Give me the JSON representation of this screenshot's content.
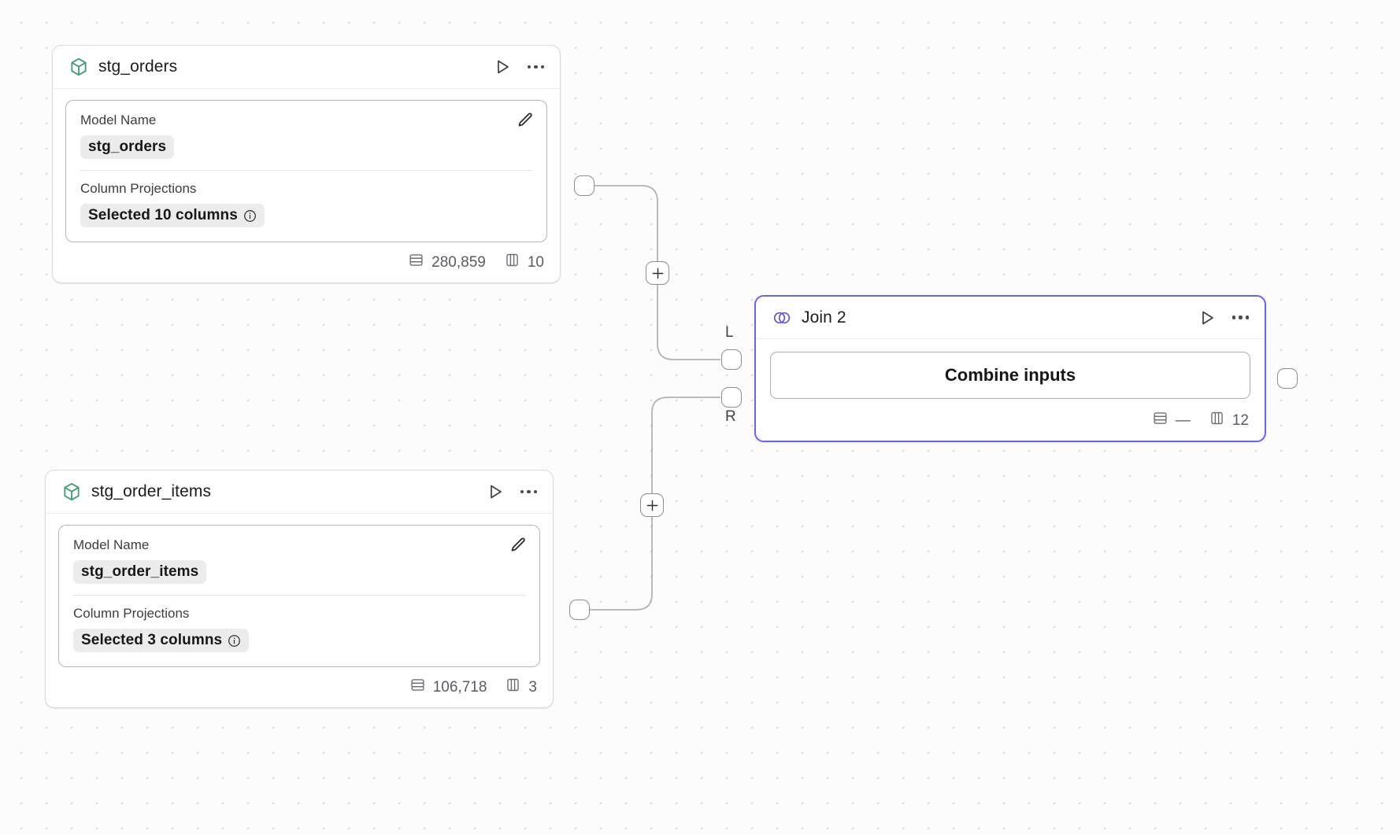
{
  "canvas": {
    "background_color": "#fcfcfc",
    "grid_dot_color": "#d6d6d9"
  },
  "nodes": [
    {
      "id": "stg_orders",
      "type": "model",
      "icon": "cube-icon",
      "icon_color": "#3f9e74",
      "title": "stg_orders",
      "actions": {
        "run_label": "run-icon",
        "menu_label": "more-options-icon"
      },
      "fields": [
        {
          "label": "Model Name",
          "value": "stg_orders"
        },
        {
          "label": "Column Projections",
          "value": "Selected 10 columns",
          "has_info": true
        }
      ],
      "footer": {
        "rows_icon": "rows-icon",
        "rows": "280,859",
        "cols_icon": "columns-icon",
        "cols": "10"
      }
    },
    {
      "id": "stg_order_items",
      "type": "model",
      "icon": "cube-icon",
      "icon_color": "#3f9e74",
      "title": "stg_order_items",
      "actions": {
        "run_label": "run-icon",
        "menu_label": "more-options-icon"
      },
      "fields": [
        {
          "label": "Model Name",
          "value": "stg_order_items"
        },
        {
          "label": "Column Projections",
          "value": "Selected 3 columns",
          "has_info": true
        }
      ],
      "footer": {
        "rows_icon": "rows-icon",
        "rows": "106,718",
        "cols_icon": "columns-icon",
        "cols": "3"
      }
    },
    {
      "id": "join_2",
      "type": "join",
      "icon": "venn-icon",
      "icon_color": "#5b54e8",
      "title": "Join 2",
      "selected": true,
      "accent_color": "#6c63f5",
      "body_button": "Combine inputs",
      "input_ports": [
        {
          "label": "L"
        },
        {
          "label": "R"
        }
      ],
      "footer": {
        "rows_icon": "rows-icon",
        "rows": "—",
        "cols_icon": "columns-icon",
        "cols": "12"
      }
    }
  ],
  "edges": [
    {
      "from": "stg_orders",
      "to": "join_2.L",
      "add_button": "+"
    },
    {
      "from": "stg_order_items",
      "to": "join_2.R",
      "add_button": "+"
    }
  ]
}
